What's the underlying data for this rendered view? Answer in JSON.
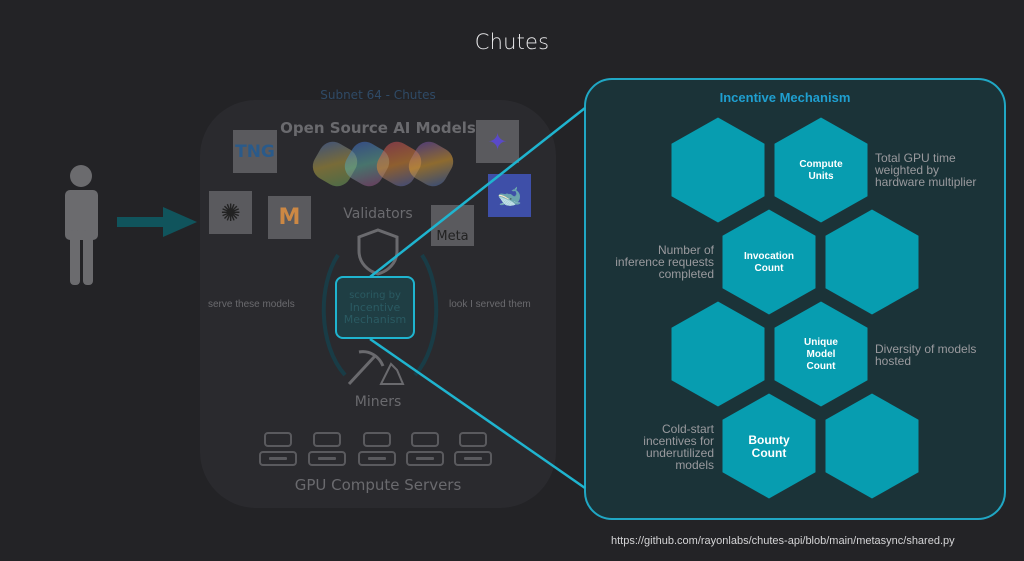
{
  "title": "Chutes",
  "subnet": {
    "label": "Subnet 64 - Chutes",
    "models_title": "Open Source AI Models",
    "logos": [
      {
        "name": "tng-logo",
        "text": "TNG"
      },
      {
        "name": "openai-logo",
        "text": "✺"
      },
      {
        "name": "mistral-logo",
        "text": "M"
      },
      {
        "name": "qwen-logo",
        "text": "✦"
      },
      {
        "name": "deepseek-logo",
        "text": "🐋"
      },
      {
        "name": "meta-logo",
        "text": "Meta"
      }
    ],
    "validators_label": "Validators",
    "miners_label": "Miners",
    "left_arrow_text": "serve these models",
    "right_arrow_text": "look I served them",
    "scoring_lines": [
      "scoring by",
      "Incentive",
      "Mechanism"
    ],
    "servers_label": "GPU Compute Servers",
    "server_count": 5
  },
  "incentive": {
    "title": "Incentive Mechanism",
    "hexes": [
      {
        "label": [
          "Compute",
          "Units"
        ],
        "desc": [
          "Total GPU time",
          "weighted by",
          "hardware multiplier"
        ],
        "desc_side": "right"
      },
      {
        "label": [
          "Invocation",
          "Count"
        ],
        "desc": [
          "Number of",
          "inference requests",
          "completed"
        ],
        "desc_side": "left"
      },
      {
        "label": [
          "Unique",
          "Model",
          "Count"
        ],
        "desc": [
          "Diversity of models",
          "hosted"
        ],
        "desc_side": "right"
      },
      {
        "label": [
          "Bounty",
          "Count"
        ],
        "desc": [
          "Cold-start",
          "incentives for",
          "underutilized",
          "models"
        ],
        "desc_side": "left"
      }
    ]
  },
  "source_url": "https://github.com/rayonlabs/chutes-api/blob/main/metasync/shared.py",
  "colors": {
    "background": "#232326",
    "accent": "#1fb4cf",
    "hex_fill": "#079db0",
    "panel_bg": "#1b3338",
    "title_blue": "#1f9fd0"
  }
}
